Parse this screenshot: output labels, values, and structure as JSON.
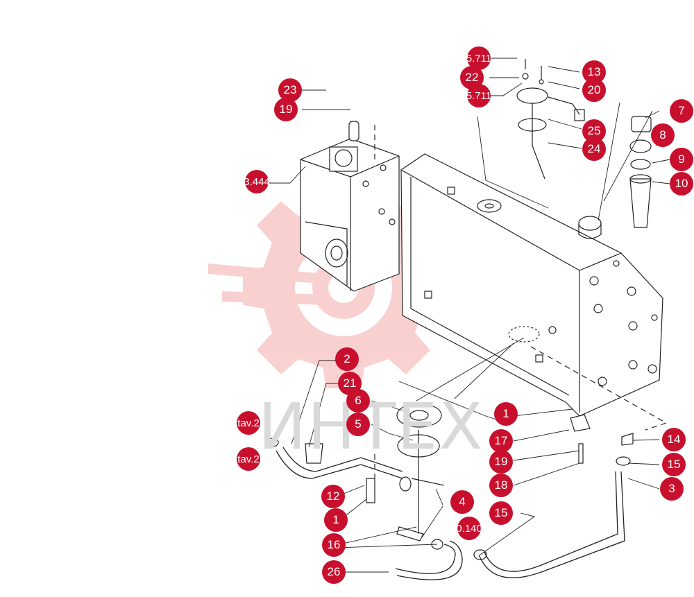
{
  "watermark": {
    "text": "ИНТЕХ",
    "color": "#f07a7a"
  },
  "accent_color": "#c8102e",
  "callouts": [
    {
      "label": "23"
    },
    {
      "label": "19"
    },
    {
      "label": "3.444"
    },
    {
      "label": "5.711"
    },
    {
      "label": "22"
    },
    {
      "label": "5.711"
    },
    {
      "label": "13"
    },
    {
      "label": "20"
    },
    {
      "label": "25"
    },
    {
      "label": "24"
    },
    {
      "label": "7"
    },
    {
      "label": "8"
    },
    {
      "label": "9"
    },
    {
      "label": "10"
    },
    {
      "label": "2"
    },
    {
      "label": "21"
    },
    {
      "label": "6"
    },
    {
      "label": "5"
    },
    {
      "label": "tav.2"
    },
    {
      "label": "tav.2"
    },
    {
      "label": "12"
    },
    {
      "label": "1"
    },
    {
      "label": "16"
    },
    {
      "label": "26"
    },
    {
      "label": "4"
    },
    {
      "label": "0.140"
    },
    {
      "label": "15"
    },
    {
      "label": "1"
    },
    {
      "label": "17"
    },
    {
      "label": "19"
    },
    {
      "label": "18"
    },
    {
      "label": "14"
    },
    {
      "label": "15"
    },
    {
      "label": "3"
    }
  ]
}
